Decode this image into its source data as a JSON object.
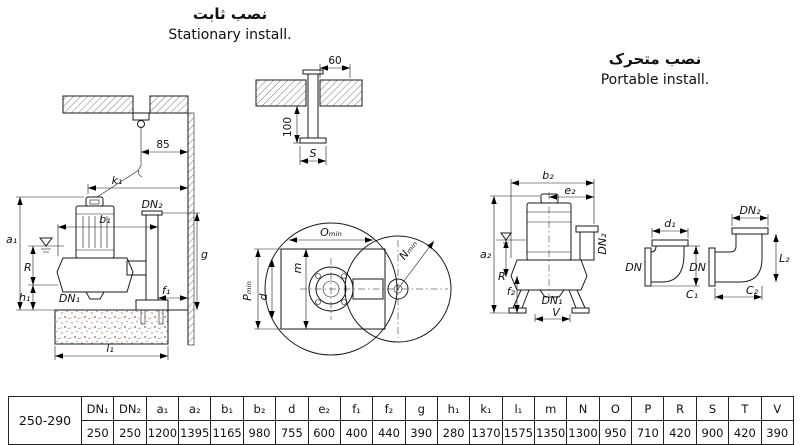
{
  "titles": {
    "stationary_fa": "نصب ثابت",
    "stationary_en": "Stationary install.",
    "portable_fa": "نصب متحرک",
    "portable_en": "Portable install."
  },
  "labels": {
    "stationary": {
      "hoist_offset": "85",
      "k1": "k₁",
      "b1": "b₁",
      "dn2": "DN₂",
      "a1": "a₁",
      "r": "R",
      "h1": "h₁",
      "dn1": "DN₁",
      "g": "g",
      "f1": "f₁",
      "l1": "l₁"
    },
    "plan": {
      "top_width": "60",
      "anchor_depth": "100",
      "s": "S",
      "o_min": "Oₘᵢₙ",
      "m": "m",
      "p_min": "Pₘᵢₙ",
      "d": "d",
      "n_min": "Nₘᵢₙ"
    },
    "portable": {
      "b2": "b₂",
      "e2": "e₂",
      "dn2": "DN₂",
      "a2": "a₂",
      "r": "R",
      "f2": "f₂",
      "dn1": "DN₁",
      "v": "V"
    },
    "elbow1": {
      "d1": "d₁",
      "dn": "DN",
      "c1": "C₁"
    },
    "elbow2": {
      "dn2": "DN₂",
      "dn": "DN",
      "l2": "L₂",
      "c2": "C₂"
    }
  },
  "table": {
    "model": "250-290",
    "headers": [
      "DN₁",
      "DN₂",
      "a₁",
      "a₂",
      "b₁",
      "b₂",
      "d",
      "e₂",
      "f₁",
      "f₂",
      "g",
      "h₁",
      "k₁",
      "l₁",
      "m",
      "N",
      "O",
      "P",
      "R",
      "S",
      "T",
      "V"
    ],
    "values": [
      "250",
      "250",
      "1200",
      "1395",
      "1165",
      "980",
      "755",
      "600",
      "400",
      "440",
      "390",
      "280",
      "1370",
      "1575",
      "1350",
      "1300",
      "950",
      "710",
      "420",
      "900",
      "420",
      "390"
    ]
  }
}
